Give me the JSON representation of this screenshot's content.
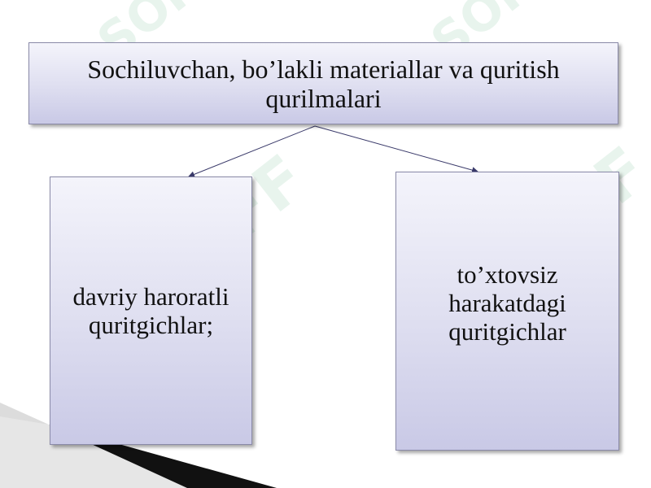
{
  "title": "Sochiluvchan,  bo’lakli materiallar va quritish qurilmalari",
  "left_box": "davriy haroratli quritgichlar;",
  "right_box": "to’xtovsiz harakatdagi quritgichlar",
  "watermark": "SOFF",
  "colors": {
    "box_border": "#8a8aa8",
    "box_fill_top": "#f4f4fb",
    "box_fill_bottom": "#c9c9e6",
    "connector": "#3a3a6a",
    "watermark": "#2e9a5a"
  }
}
